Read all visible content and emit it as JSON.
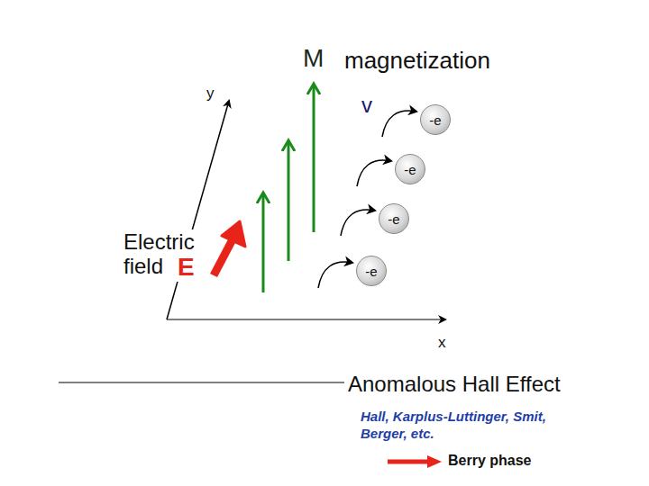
{
  "diagram": {
    "title": "Anomalous Hall Effect",
    "nodes": [
      {
        "text": [
          "-e"
        ]
      },
      {
        "text": [
          "-e"
        ]
      },
      {
        "text": [
          "-e"
        ]
      },
      {
        "text": [
          "-e"
        ]
      }
    ],
    "edges": [],
    "labels": [
      "M",
      "magnetization",
      "y",
      "v",
      "Electric field",
      "E",
      "x",
      "Hall, Karplus-Luttinger, Smit, Berger, etc."
    ],
    "legend": [
      {
        "text": "Berry phase"
      }
    ]
  }
}
